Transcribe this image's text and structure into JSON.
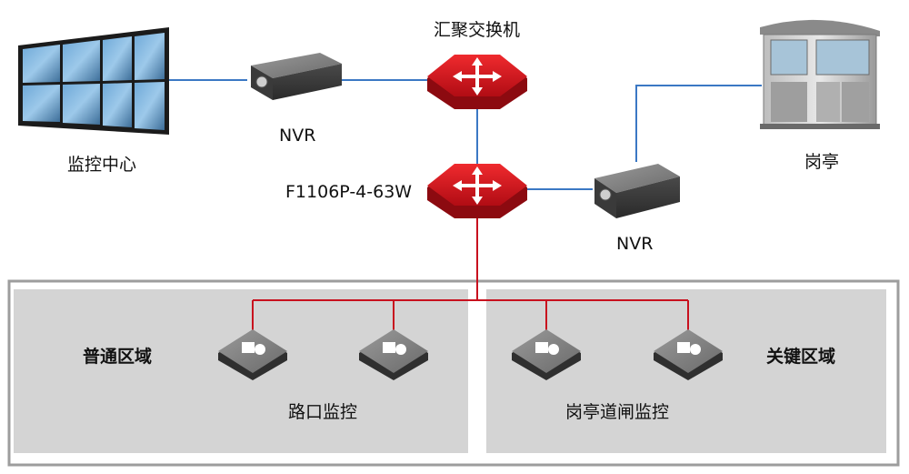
{
  "labels": {
    "monitoring_center": "监控中心",
    "nvr_left": "NVR",
    "aggregation_switch": "汇聚交换机",
    "main_switch": "F1106P-4-63W",
    "nvr_right": "NVR",
    "guard_booth": "岗亭",
    "zone_normal": "普通区域",
    "zone_key": "关键区域",
    "group_road": "路口监控",
    "group_gate": "岗亭道闸监控"
  },
  "colors": {
    "link_blue": "#3b78c4",
    "link_red": "#c8101e",
    "switch_red": "#d7141e",
    "zone_fill": "#d4d4d4",
    "zone_border": "#9d9d9d"
  },
  "icons": {
    "video_wall": "video-wall-icon",
    "nvr": "nvr-device-icon",
    "switch": "network-switch-icon",
    "booth": "guard-booth-icon",
    "camera": "camera-device-icon"
  }
}
